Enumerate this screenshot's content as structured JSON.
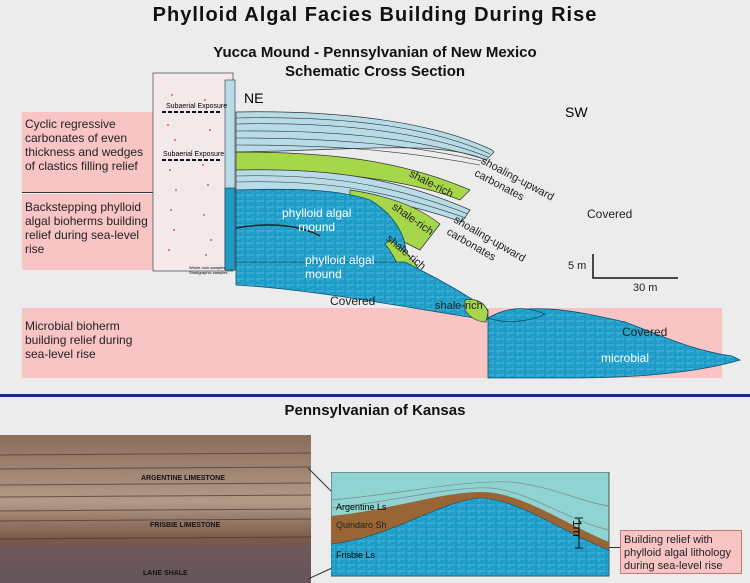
{
  "title": "Phylloid Algal Facies Building During Rise",
  "subtitle1": "Yucca Mound - Pennsylvanian of New Mexico",
  "subtitle2": "Schematic Cross Section",
  "section2_title": "Pennsylvanian of Kansas",
  "left_labels": {
    "cyclic": "Cyclic regressive carbonates of even thickness and wedges of clastics filling relief",
    "backstepping": "Backstepping phylloid algal bioherms building relief during sea-level rise",
    "microbial": "Microbial bioherm building relief during sea-level rise"
  },
  "column_labels": {
    "subaerial1": "Subaerial Exposure",
    "subaerial2": "Subaerial Exposure",
    "legend1": "Whole-rock samples",
    "legend2": "Stratigraphic samples"
  },
  "cross_section": {
    "ne": "NE",
    "sw": "SW",
    "shoaling1a": "shoaling-upward",
    "shoaling1b": "carbonates",
    "shoaling2a": "shoaling-upward",
    "shoaling2b": "carbonates",
    "shale1": "shale-rich",
    "shale2": "shale-rich",
    "shale3": "shale-rich",
    "shale4": "shale-rich",
    "mound1a": "phylloid algal",
    "mound1b": "mound",
    "mound2a": "phylloid algal",
    "mound2b": "mound",
    "covered1": "Covered",
    "covered2": "Covered",
    "covered3": "Covered",
    "microbial": "microbial",
    "scale_v": "5 m",
    "scale_h": "30 m"
  },
  "photo_labels": {
    "argentine": "ARGENTINE LIMESTONE",
    "frisbie": "FRISBIE LIMESTONE",
    "lane": "LANE SHALE"
  },
  "kansas_diagram": {
    "argentine": "Argentine Ls",
    "quindaro": "Quindaro Sh",
    "frisbie": "Frisbie Ls",
    "scale": "1m"
  },
  "kansas_box": "Building relief with phylloid algal lithology during sea-level rise",
  "colors": {
    "blue": "#1e9cc8",
    "green": "#a6d64a",
    "pink": "#f8c4c4",
    "lightblue": "#b8dbe8",
    "aqua": "#8fd4d2",
    "brown": "#9a6534",
    "navy": "#1c2f7a"
  }
}
